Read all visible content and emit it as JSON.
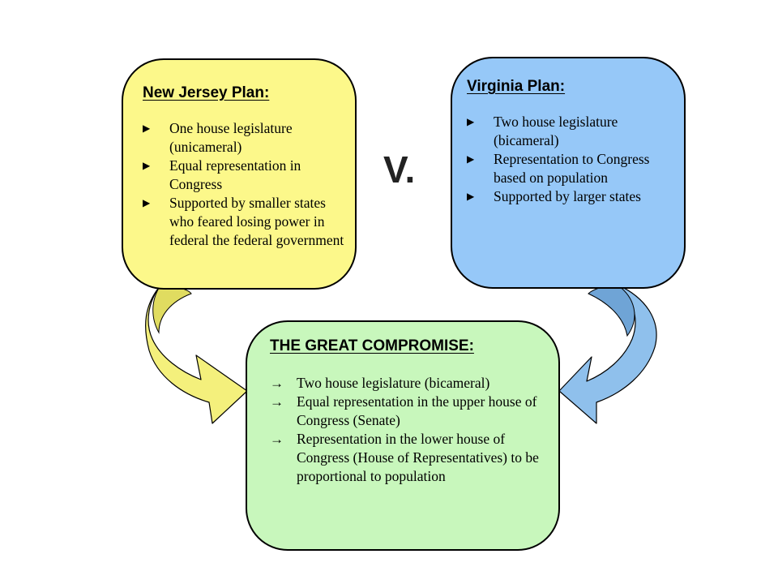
{
  "colors": {
    "new_jersey_fill": "#fcf88a",
    "virginia_fill": "#96c8f8",
    "compromise_fill": "#c8f7bc",
    "yellow_arrow": "#f4f07c",
    "blue_arrow": "#8fc0ec",
    "outline": "#000000"
  },
  "icons": {
    "plan_bullet": "triangle-right-icon",
    "compromise_bullet": "arrow-right-icon"
  },
  "new_jersey_plan": {
    "title": "New Jersey Plan:",
    "items": [
      "One house legislature (unicameral)",
      "Equal representation in Congress",
      "Supported by smaller states who feared losing power in federal the federal government"
    ]
  },
  "versus": "V.",
  "virginia_plan": {
    "title": "Virginia Plan:",
    "items": [
      "Two house legislature (bicameral)",
      "Representation to Congress based on population",
      "Supported by larger states"
    ]
  },
  "great_compromise": {
    "title": "THE GREAT COMPROMISE:",
    "items": [
      "Two house legislature (bicameral)",
      "Equal representation in the upper house of Congress (Senate)",
      "Representation in the lower house of Congress (House of Representatives) to be proportional to population"
    ]
  }
}
